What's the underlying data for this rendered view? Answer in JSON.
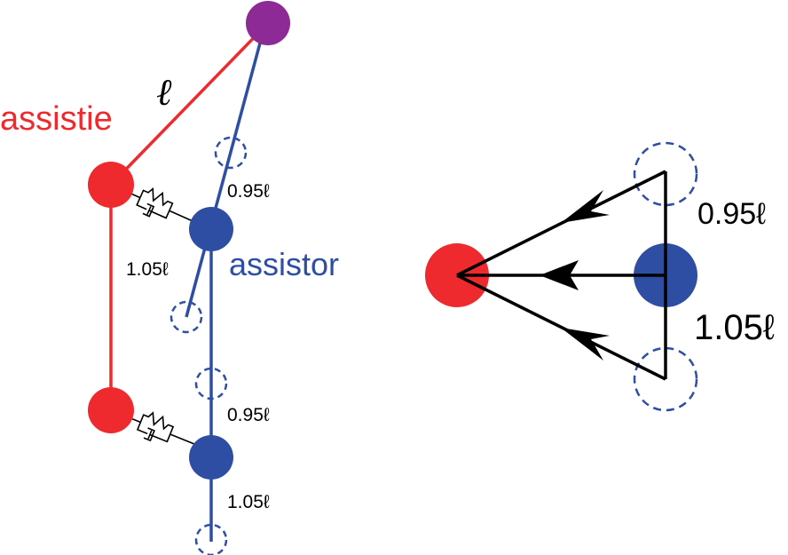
{
  "labels": {
    "assistie": "assistie",
    "assistor": "assistor",
    "ell": "ℓ",
    "upper_short": "0.95ℓ",
    "upper_long": "1.05ℓ",
    "lower_short": "0.95ℓ",
    "lower_long": "1.05ℓ",
    "right_short": "0.95ℓ",
    "right_long": "1.05ℓ"
  },
  "colors": {
    "assistie": "#ee2a2e",
    "assistor": "#2e4ea3",
    "top_node": "#8d2a96",
    "line_red": "#ee2a2e",
    "line_blue": "#2e4ea3",
    "ghost": "#2e4ea3",
    "force": "#000000",
    "spring": "#000000"
  }
}
